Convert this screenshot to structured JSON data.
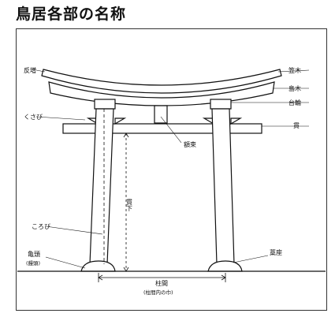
{
  "title": "鳥居各部の名称",
  "labels": {
    "sorimashi": "反増",
    "kasagi": "笠木",
    "shimaki": "島木",
    "daiwa": "台輪",
    "nuki": "貫",
    "kusabi": "くさび",
    "gakuzuka": "額束",
    "nukishita": "貫下",
    "korobi": "ころび",
    "kameBara": "亀頭",
    "kameBaraSub": "(饅頭)",
    "warazaza": "藁座",
    "hashiraMa": "柱間",
    "hashiraMaSub": "(柱間内の巾)"
  }
}
